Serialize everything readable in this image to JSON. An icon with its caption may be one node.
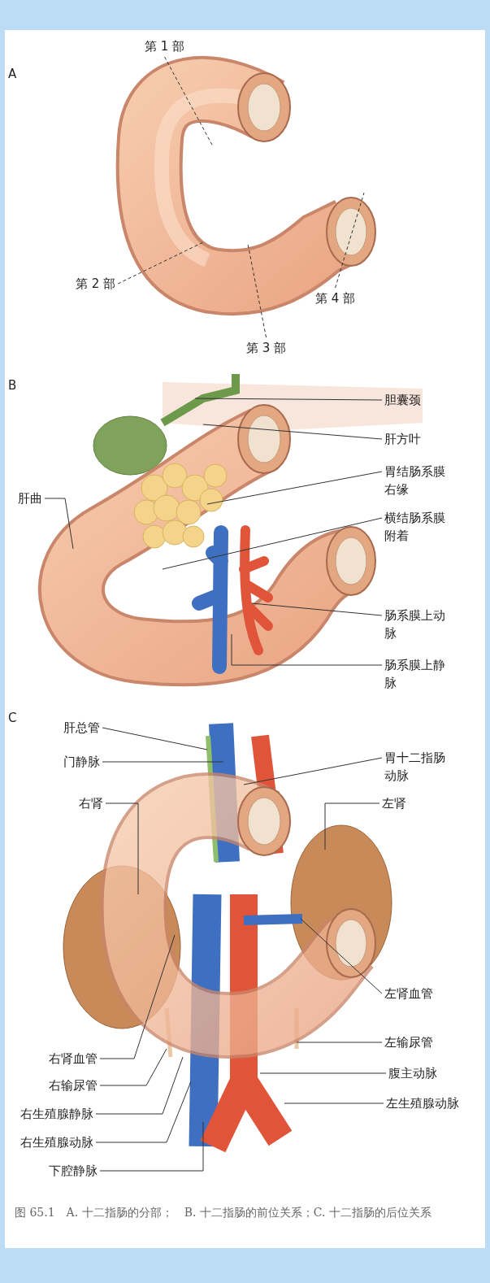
{
  "diagram": {
    "caption": "图 65.1　A. 十二指肠的分部；　B. 十二指肠的前位关系；C. 十二指肠的后位关系",
    "nodes": [
      {
        "text": [
          "第 1 部"
        ]
      },
      {
        "text": [
          "第 2 部"
        ]
      },
      {
        "text": [
          "第 4 部"
        ]
      },
      {
        "text": [
          "第 3 部"
        ]
      },
      {
        "text": [
          "胆囊颈"
        ]
      },
      {
        "text": [
          "肝方叶"
        ]
      },
      {
        "text": [
          "胃结肠系膜右缘"
        ]
      },
      {
        "text": [
          "肝曲"
        ]
      },
      {
        "text": [
          "横结肠系膜附着"
        ]
      },
      {
        "text": [
          "肠系膜上动脉"
        ]
      },
      {
        "text": [
          "肠系膜上静脉"
        ]
      },
      {
        "text": [
          "肝总管"
        ]
      },
      {
        "text": [
          "门静脉"
        ]
      },
      {
        "text": [
          "胃十二指肠动脉"
        ]
      },
      {
        "text": [
          "右肾"
        ]
      },
      {
        "text": [
          "左肾"
        ]
      },
      {
        "text": [
          "左肾血管"
        ]
      },
      {
        "text": [
          "左输尿管"
        ]
      },
      {
        "text": [
          "右肾血管"
        ]
      },
      {
        "text": [
          "腹主动脉"
        ]
      },
      {
        "text": [
          "右输尿管"
        ]
      },
      {
        "text": [
          "左生殖腺动脉"
        ]
      },
      {
        "text": [
          "右生殖腺静脉"
        ]
      },
      {
        "text": [
          "右生殖腺动脉"
        ]
      },
      {
        "text": [
          "下腔静脉"
        ]
      }
    ],
    "edges": [
      {
        "from": 0,
        "to": null,
        "arrow": "none",
        "style": "dashed"
      },
      {
        "from": 1,
        "to": null,
        "arrow": "none",
        "style": "dashed"
      },
      {
        "from": 2,
        "to": null,
        "arrow": "none",
        "style": "dashed"
      },
      {
        "from": 3,
        "to": null,
        "arrow": "none",
        "style": "dashed"
      },
      {
        "from": 4,
        "to": null,
        "arrow": "none"
      },
      {
        "from": 5,
        "to": null,
        "arrow": "none"
      },
      {
        "from": 6,
        "to": null,
        "arrow": "none"
      },
      {
        "from": 7,
        "to": null,
        "arrow": "none"
      },
      {
        "from": 8,
        "to": null,
        "arrow": "none"
      },
      {
        "from": 9,
        "to": null,
        "arrow": "none"
      },
      {
        "from": 10,
        "to": null,
        "arrow": "none"
      },
      {
        "from": 11,
        "to": null,
        "arrow": "none"
      },
      {
        "from": 12,
        "to": null,
        "arrow": "none"
      },
      {
        "from": 13,
        "to": null,
        "arrow": "none"
      },
      {
        "from": 14,
        "to": null,
        "arrow": "none"
      },
      {
        "from": 15,
        "to": null,
        "arrow": "none"
      },
      {
        "from": 16,
        "to": null,
        "arrow": "none"
      },
      {
        "from": 17,
        "to": null,
        "arrow": "none"
      },
      {
        "from": 18,
        "to": null,
        "arrow": "none"
      },
      {
        "from": 19,
        "to": null,
        "arrow": "none"
      },
      {
        "from": 20,
        "to": null,
        "arrow": "none"
      },
      {
        "from": 21,
        "to": null,
        "arrow": "none"
      },
      {
        "from": 22,
        "to": null,
        "arrow": "none"
      },
      {
        "from": 23,
        "to": null,
        "arrow": "none"
      },
      {
        "from": 24,
        "to": null,
        "arrow": "none"
      }
    ],
    "labels": [
      "A",
      "B",
      "C"
    ]
  }
}
